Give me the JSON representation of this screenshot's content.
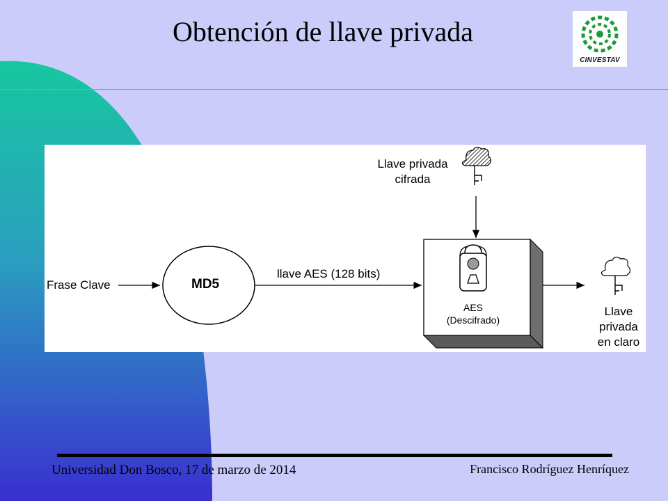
{
  "slide": {
    "title": "Obtención de llave privada"
  },
  "logo": {
    "text": "CINVESTAV"
  },
  "diagram": {
    "input_label": "Frase Clave",
    "hash_label": "MD5",
    "key_label": "llave AES (128  bits)",
    "encrypted_key_label_line1": "Llave privada",
    "encrypted_key_label_line2": "cifrada",
    "cipher_label_line1": "AES",
    "cipher_label_line2": "(Descifrado)",
    "output_label_line1": "Llave",
    "output_label_line2": "privada",
    "output_label_line3": "en claro"
  },
  "footer": {
    "left_text": "Universidad Don Bosco, 17 de marzo de 2014",
    "right_text": "Francisco Rodríguez Henríquez"
  },
  "colors": {
    "background": "#ccccfb",
    "gradient_top": "#17c7a0",
    "gradient_bottom": "#3a2fd0"
  }
}
